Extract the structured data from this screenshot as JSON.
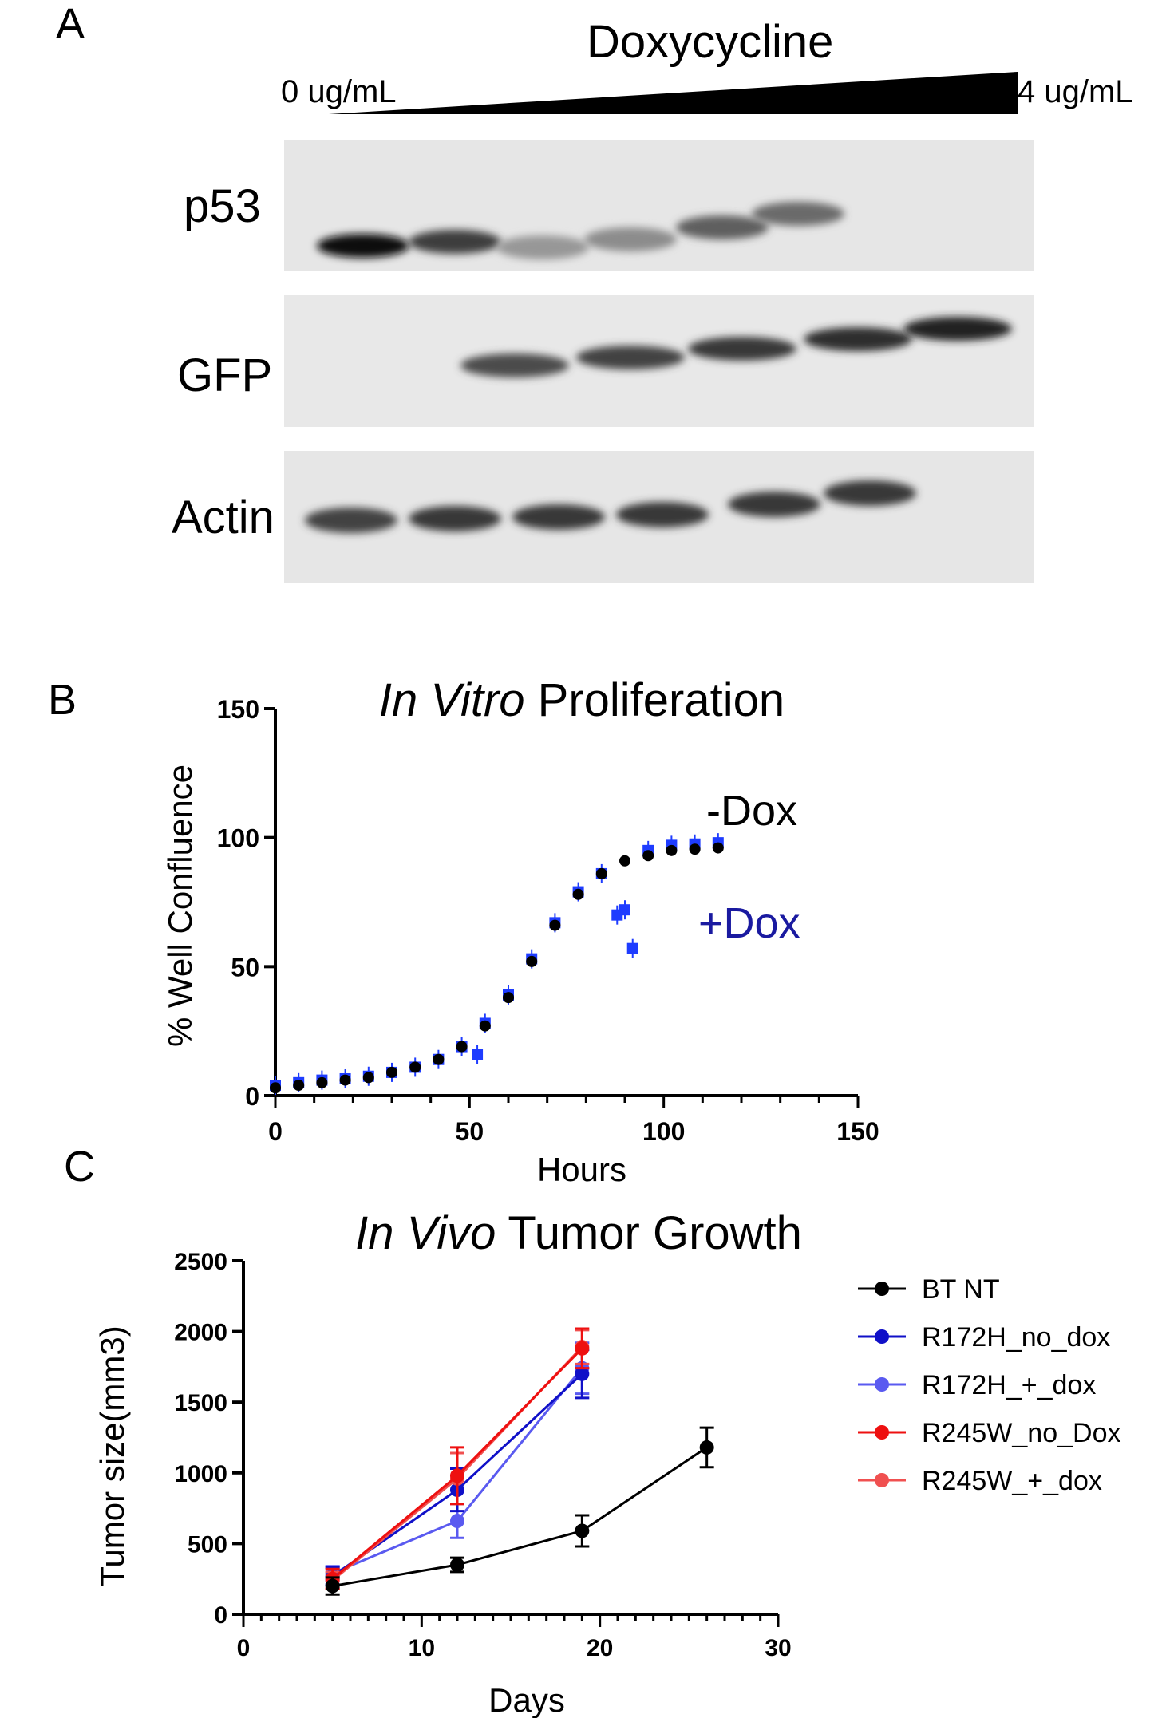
{
  "panel_a": {
    "letter": "A",
    "title": "Doxycycline",
    "min_label": "0 ug/mL",
    "max_label": "4 ug/mL",
    "blots": [
      {
        "label": "p53",
        "band_intensity": [
          0.95,
          0.75,
          0.35,
          0.4,
          0.6,
          0.55
        ]
      },
      {
        "label": "GFP",
        "band_intensity": [
          0.0,
          0.0,
          0.75,
          0.8,
          0.85,
          0.9,
          0.95
        ]
      },
      {
        "label": "Actin",
        "band_intensity": [
          0.8,
          0.85,
          0.85,
          0.85,
          0.85,
          0.85
        ]
      }
    ]
  },
  "panel_b": {
    "letter": "B",
    "chart_data": {
      "type": "scatter",
      "title_italic": "In Vitro",
      "title_rest": " Proliferation",
      "xlabel": "Hours",
      "ylabel": "% Well Confluence",
      "xlim": [
        0,
        150
      ],
      "ylim": [
        0,
        150
      ],
      "xticks": [
        0,
        50,
        100,
        150
      ],
      "yticks": [
        0,
        50,
        100,
        150
      ],
      "annotations": [
        {
          "text": "-Dox",
          "color": "#000000"
        },
        {
          "text": "+Dox",
          "color": "#1a1aa0"
        }
      ],
      "series": [
        {
          "name": "-Dox",
          "color": "#000000",
          "x": [
            0,
            6,
            12,
            18,
            24,
            30,
            36,
            42,
            48,
            54,
            60,
            66,
            72,
            78,
            84,
            90,
            96,
            102,
            108,
            114
          ],
          "y": [
            3,
            4,
            5,
            6,
            7,
            9,
            11,
            14,
            19,
            27,
            38,
            52,
            66,
            78,
            86,
            91,
            93,
            95,
            95.5,
            96
          ]
        },
        {
          "name": "+Dox",
          "color": "#1e3cff",
          "x": [
            0,
            6,
            12,
            18,
            24,
            30,
            36,
            42,
            48,
            52,
            54,
            60,
            66,
            72,
            78,
            84,
            88,
            90,
            92,
            96,
            102,
            108,
            114
          ],
          "y": [
            4,
            5,
            6,
            6.5,
            7.5,
            9,
            11,
            14,
            19,
            16,
            28,
            39,
            53,
            67,
            79,
            86,
            70,
            72,
            57,
            95,
            97,
            97.5,
            98
          ]
        }
      ]
    }
  },
  "panel_c": {
    "letter": "C",
    "chart_data": {
      "type": "line",
      "title_italic": "In Vivo",
      "title_rest": " Tumor Growth",
      "xlabel": "Days",
      "ylabel": "Tumor size(mm3)",
      "xlim": [
        0,
        30
      ],
      "ylim": [
        0,
        2500
      ],
      "xticks": [
        0,
        10,
        20,
        30
      ],
      "yticks": [
        0,
        500,
        1000,
        1500,
        2000,
        2500
      ],
      "series": [
        {
          "name": "BT NT",
          "color": "#000000",
          "x": [
            5,
            12,
            19,
            26
          ],
          "y": [
            200,
            350,
            590,
            1180
          ],
          "err": [
            60,
            50,
            110,
            140
          ]
        },
        {
          "name": "R172H_no_dox",
          "color": "#1010c8",
          "x": [
            5,
            12,
            19
          ],
          "y": [
            270,
            880,
            1700
          ],
          "err": [
            60,
            150,
            170
          ]
        },
        {
          "name": "R172H_+_dox",
          "color": "#5a5af0",
          "x": [
            5,
            12,
            19
          ],
          "y": [
            290,
            660,
            1740
          ],
          "err": [
            50,
            120,
            180
          ]
        },
        {
          "name": "R245W_no_Dox",
          "color": "#ee1010",
          "x": [
            5,
            12,
            19
          ],
          "y": [
            250,
            980,
            1880
          ],
          "err": [
            70,
            200,
            140
          ]
        },
        {
          "name": "R245W_+_dox",
          "color": "#f05050",
          "x": [
            5,
            12,
            19
          ],
          "y": [
            240,
            960,
            1890
          ],
          "err": [
            60,
            180,
            120
          ]
        }
      ]
    }
  }
}
